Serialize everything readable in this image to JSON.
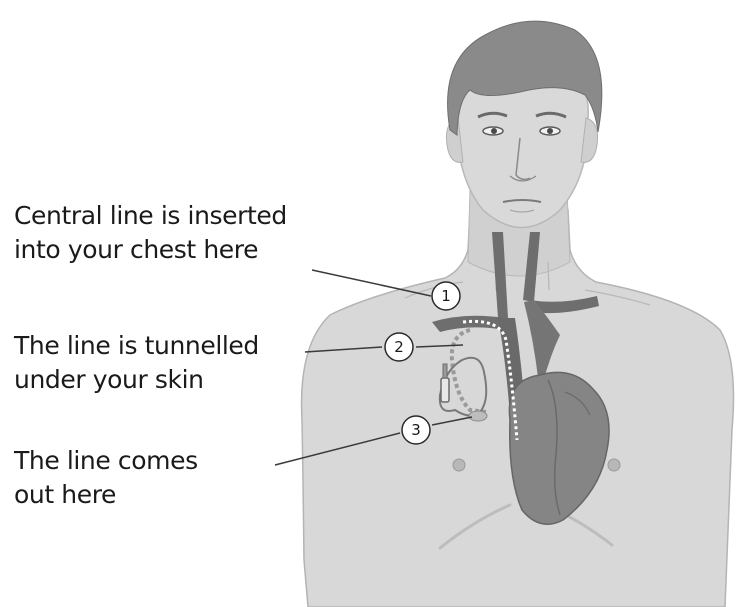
{
  "callouts": [
    {
      "number": "1",
      "lines": [
        "Central line is inserted",
        "into your chest here"
      ]
    },
    {
      "number": "2",
      "lines": [
        "The line is tunnelled",
        "under your skin"
      ]
    },
    {
      "number": "3",
      "lines": [
        "The line comes",
        "out here"
      ]
    }
  ],
  "colors": {
    "skin": "#d6d6d6",
    "hair": "#8a8a8a",
    "vessel": "#6e6e6e",
    "heart": "#858585",
    "catheter": "#ffffff",
    "text": "#1a1a1a"
  }
}
